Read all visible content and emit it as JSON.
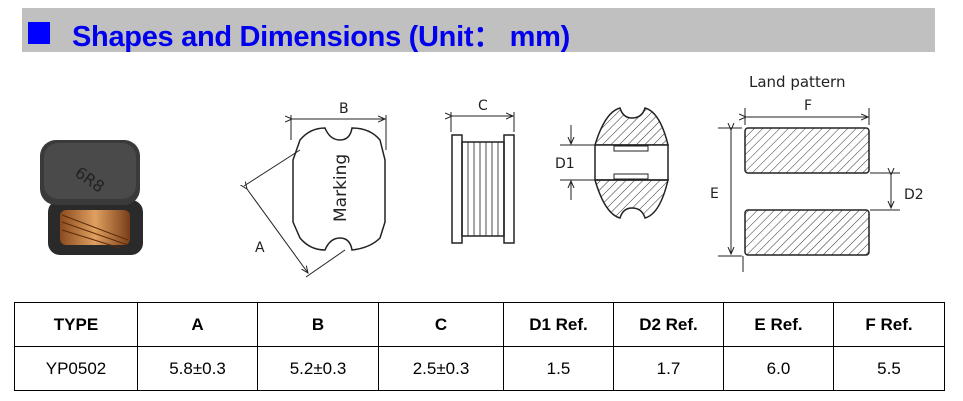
{
  "header": {
    "title": "Shapes and Dimensions (Unit： mm)",
    "accent": "#0000ff"
  },
  "photo": {
    "marking": "6R8"
  },
  "drawing": {
    "labels": {
      "a": "A",
      "b": "B",
      "c": "C",
      "d1": "D1",
      "d2": "D2",
      "e": "E",
      "f": "F",
      "marking": "Marking",
      "land_pattern": "Land pattern"
    }
  },
  "table": {
    "headers": [
      "TYPE",
      "A",
      "B",
      "C",
      "D1 Ref.",
      "D2 Ref.",
      "E Ref.",
      "F Ref."
    ],
    "rows": [
      [
        "YP0502",
        "5.8±0.3",
        "5.2±0.3",
        "2.5±0.3",
        "1.5",
        "1.7",
        "6.0",
        "5.5"
      ]
    ]
  }
}
